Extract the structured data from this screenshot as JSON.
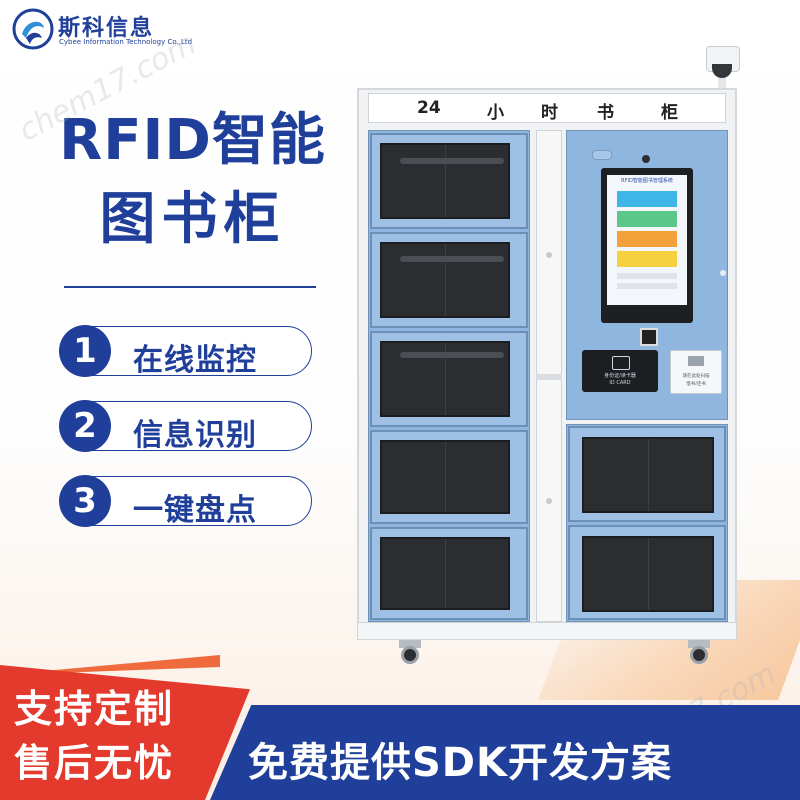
{
  "brand": {
    "name": "斯科信息",
    "tagline": "Cybee Information Technology Co.,Ltd"
  },
  "headline": {
    "line1": "RFID智能",
    "line2": "图书柜"
  },
  "features": [
    {
      "number": "1",
      "label": "在线监控"
    },
    {
      "number": "2",
      "label": "信息识别"
    },
    {
      "number": "3",
      "label": "一键盘点"
    }
  ],
  "cabinet": {
    "header_chars": [
      "24",
      "小",
      "时",
      "书",
      "柜"
    ],
    "screen_title": "RFID智能图书管理系统",
    "card_reader_lines": [
      "身份证/读卡器",
      "ID CARD"
    ],
    "label_plate_lines": [
      "请在此处扫描",
      "借书/还书"
    ]
  },
  "banners": {
    "left_line1": "支持定制",
    "left_line2": "售后无忧",
    "right": "免费提供SDK开发方案"
  },
  "watermark": "chem17.com",
  "colors": {
    "brand_blue": "#1f3f9a",
    "cabinet_blue": "#8fb6de",
    "ribbon_red": "#e33a2d"
  }
}
